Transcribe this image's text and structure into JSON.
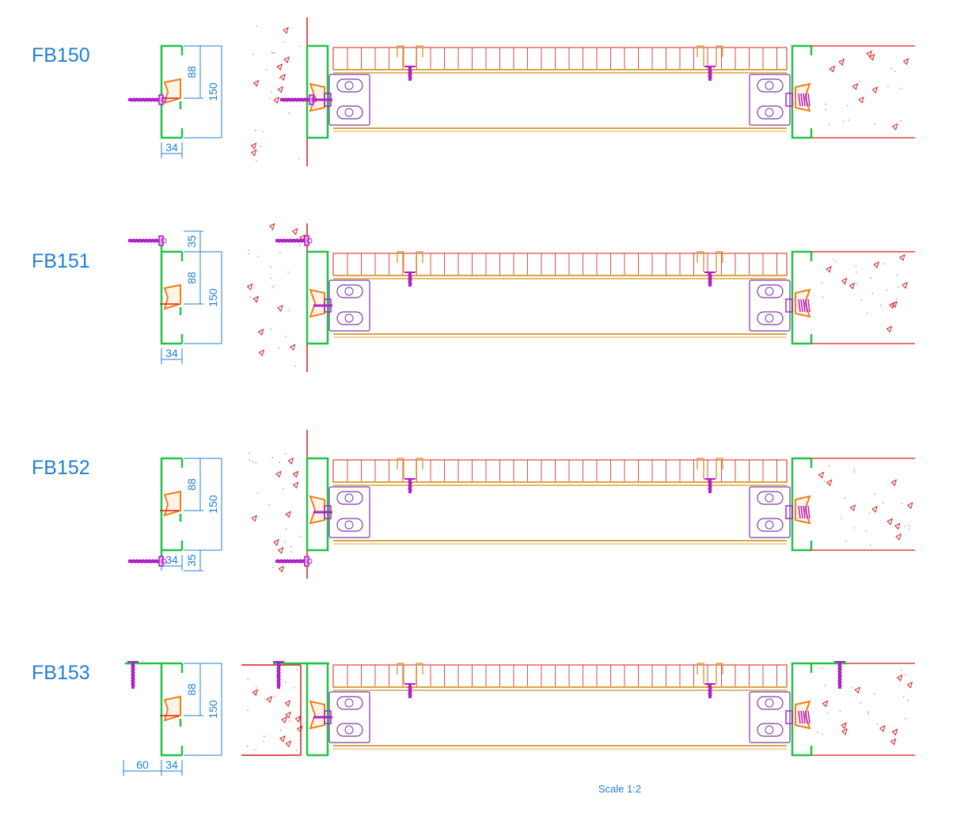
{
  "drawing": {
    "scale_note": "Scale 1:2",
    "sections": [
      {
        "label": "FB150",
        "variant": "side-screw",
        "dims": {
          "height": "150",
          "upper": "88",
          "width": "34"
        }
      },
      {
        "label": "FB151",
        "variant": "top-screw",
        "dims": {
          "height": "150",
          "upper": "88",
          "width": "34",
          "offset": "35"
        }
      },
      {
        "label": "FB152",
        "variant": "bottom-screw",
        "dims": {
          "height": "150",
          "upper": "88",
          "width": "34",
          "offset": "35"
        }
      },
      {
        "label": "FB153",
        "variant": "flange",
        "dims": {
          "height": "150",
          "upper": "88",
          "width": "34",
          "flange": "60"
        }
      }
    ]
  },
  "colors": {
    "profile": "#22c34a",
    "gasket": "#f07f18",
    "screw": "#b020c8",
    "dimension": "#1f7fd6",
    "wall": "#d91c1c",
    "hatch": "#d9a441",
    "plate": "#7a3aa8"
  }
}
